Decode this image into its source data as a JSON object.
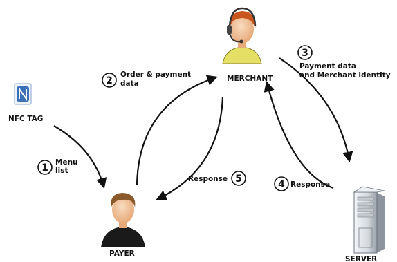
{
  "nodes": {
    "nfc_tag": {
      "label": "NFC TAG",
      "icon": "nfc-tag-icon"
    },
    "merchant": {
      "label": "MERCHANT",
      "icon": "merchant-headset-icon"
    },
    "payer": {
      "label": "PAYER",
      "icon": "payer-person-icon"
    },
    "server": {
      "label": "SERVER",
      "icon": "server-tower-icon"
    }
  },
  "steps": [
    {
      "number": "1",
      "lines": [
        "Menu",
        "list"
      ]
    },
    {
      "number": "2",
      "lines": [
        "Order & payment",
        "data"
      ]
    },
    {
      "number": "3",
      "lines": [
        "Payment data",
        "and Merchant identity"
      ]
    },
    {
      "number": "4",
      "lines": [
        "Response"
      ]
    },
    {
      "number": "5",
      "lines": [
        "Response"
      ]
    }
  ],
  "colors": {
    "nfc_blue": "#3b6fb6",
    "skin": "#f2c79b",
    "merchant_hair": "#c8561e",
    "merchant_shirt": "#e6df66",
    "payer_hair": "#8b5a2b",
    "payer_shirt": "#1a1a1a",
    "server_gray": "#d9dde3",
    "line": "#111111"
  }
}
